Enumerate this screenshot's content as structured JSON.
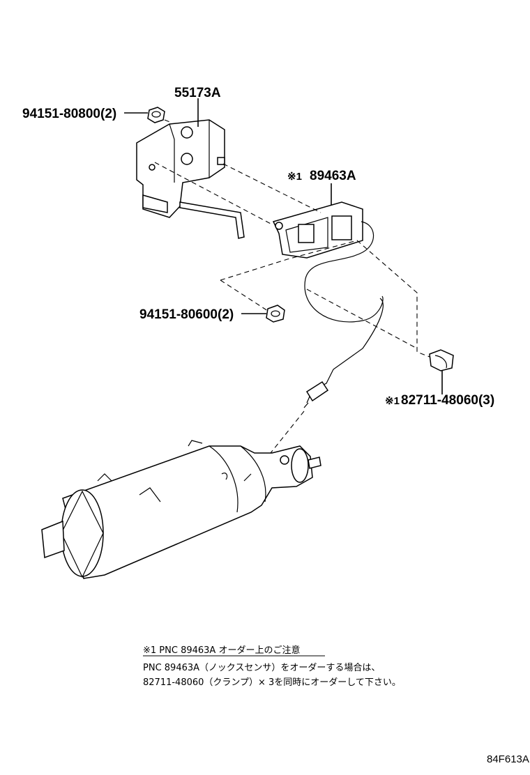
{
  "callouts": {
    "bracket": "55173A",
    "nut_upper": "94151-80800(2)",
    "sensor": "89463A",
    "sensor_mark": "※1",
    "nut_lower": "94151-80600(2)",
    "clamp": "82711-48060(3)",
    "clamp_mark": "※1"
  },
  "note": {
    "heading": "※1  PNC 89463A オーダー上のご注意",
    "line1": "PNC 89463A（ノックスセンサ）をオーダーする場合は、",
    "line2": "82711-48060（クランプ）× 3を同時にオーダーして下さい。"
  },
  "figure_id": "84F613A"
}
